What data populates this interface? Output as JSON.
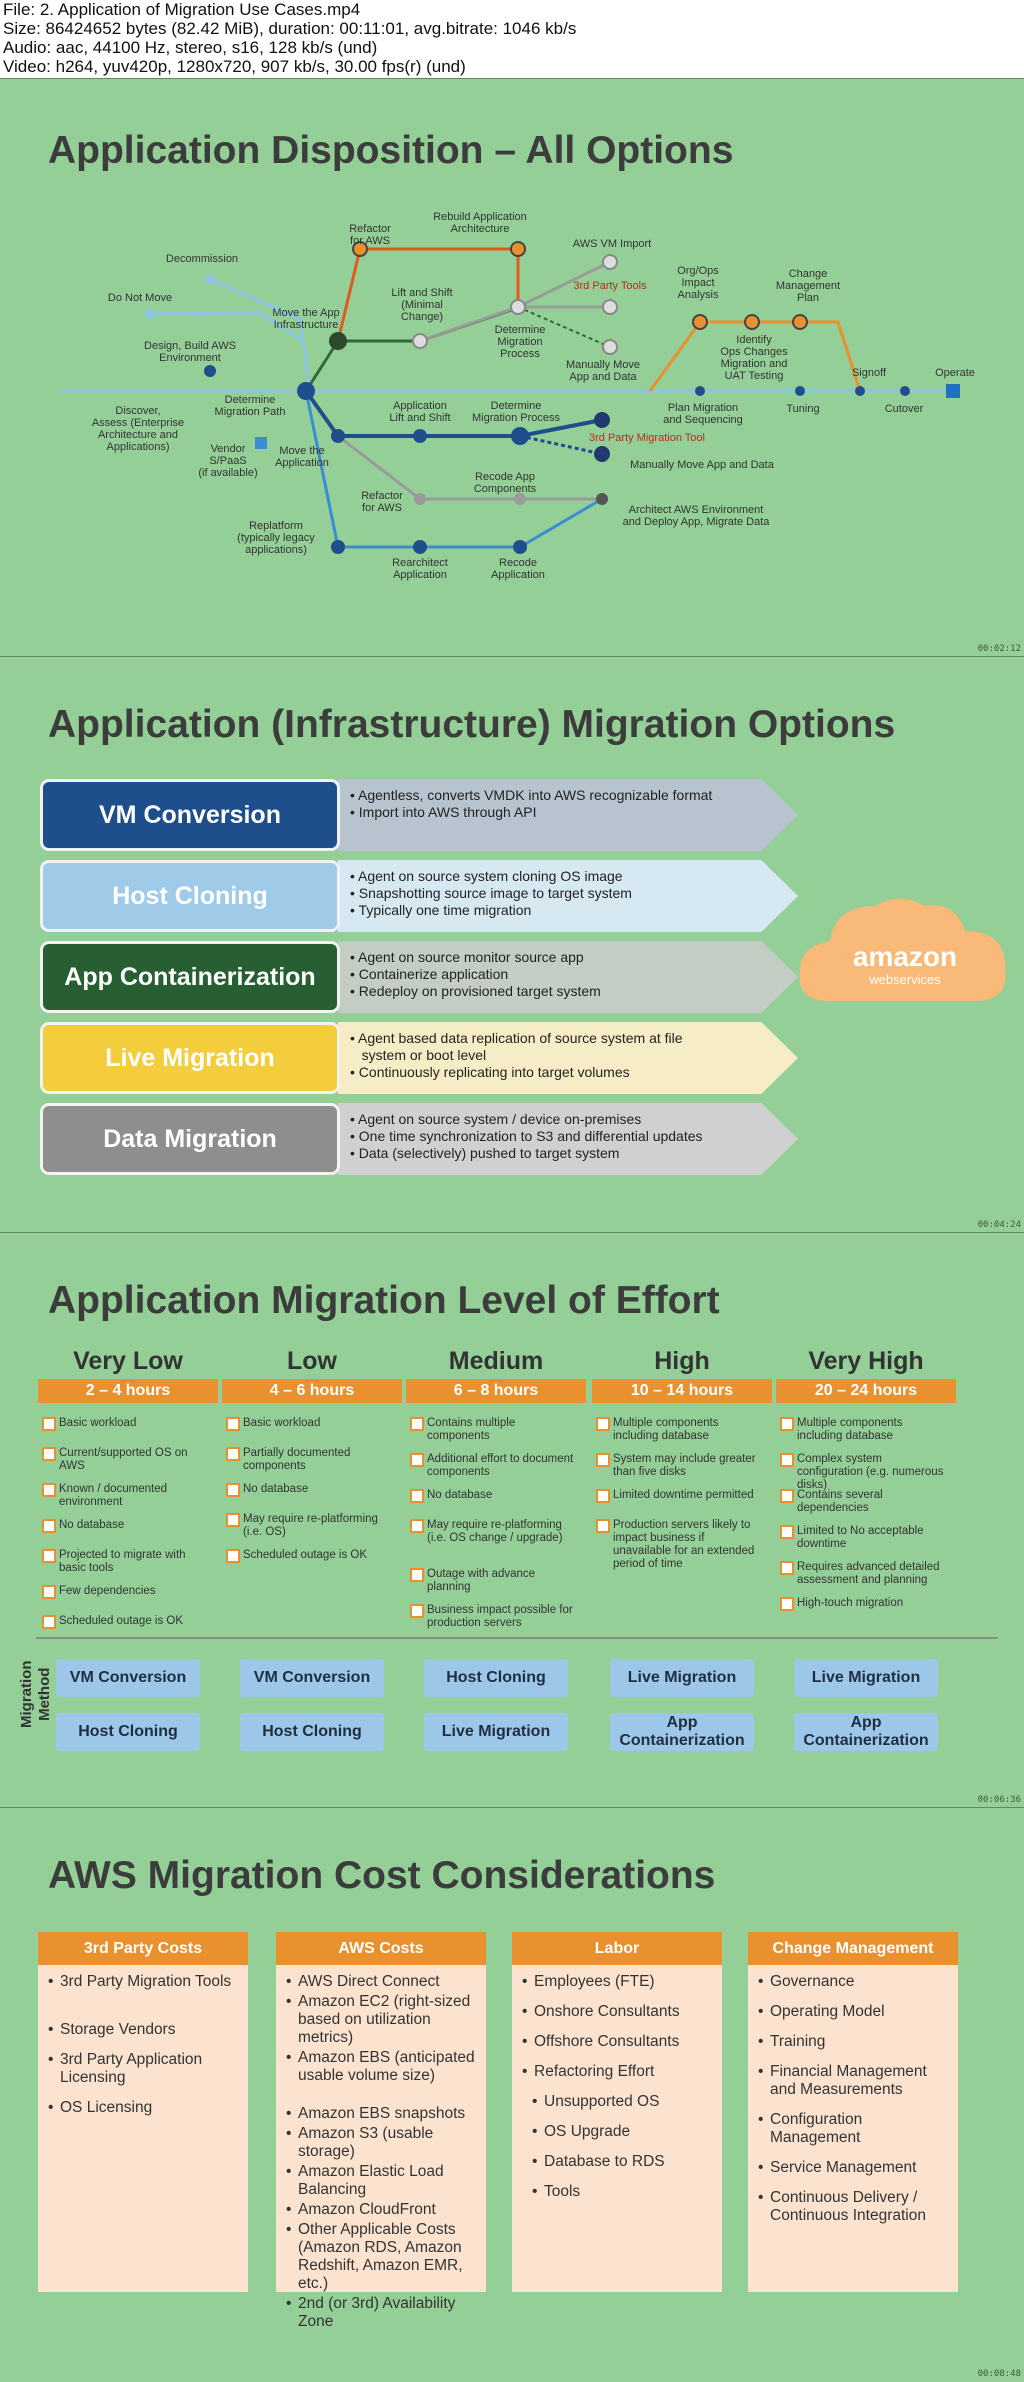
{
  "file_info": {
    "line1": "File: 2. Application of Migration Use Cases.mp4",
    "line2": "Size: 86424652 bytes (82.42 MiB), duration: 00:11:01, avg.bitrate: 1046 kb/s",
    "line3": "Audio: aac, 44100 Hz, stereo, s16, 128 kb/s (und)",
    "line4": "Video: h264, yuv420p, 1280x720, 907 kb/s, 30.00 fps(r) (und)"
  },
  "timestamps": [
    "00:02:12",
    "00:04:24",
    "00:06:36",
    "00:08:48"
  ],
  "colors": {
    "slide_bg": "#93cf97",
    "orange": "#e9902f",
    "navy": "#1f4e8c"
  },
  "slide1": {
    "title": "Application Disposition – All Options",
    "labels": {
      "decommission": "Decommission",
      "do_not_move": "Do Not Move",
      "design_build": "Design, Build AWS\nEnvironment",
      "discover": "Discover,\nAssess (Enterprise\nArchitecture and\nApplications)",
      "determine_path": "Determine\nMigration Path",
      "vendor": "Vendor\nS/PaaS\n(if available)",
      "move_infra": "Move the App\nInfrastructure",
      "move_app": "Move the\nApplication",
      "refactor_top": "Refactor\nfor AWS",
      "rebuild": "Rebuild Application\nArchitecture",
      "lift_shift_top": "Lift and Shift\n(Minimal\nChange)",
      "determine_process_top": "Determine\nMigration\nProcess",
      "aws_vm_import": "AWS VM Import",
      "third_party_tools_top": "3rd Party Tools",
      "manual_move_top": "Manually Move\nApp and Data",
      "app_lift_shift": "Application\nLift and Shift",
      "determine_process_mid": "Determine\nMigration Process",
      "third_party_migration_tool": "3rd Party Migration Tool",
      "manual_move_mid": "Manually Move App and Data",
      "refactor_bottom": "Refactor\nfor AWS",
      "recode_components": "Recode App\nComponents",
      "architect_env": "Architect AWS Environment\nand Deploy App, Migrate Data",
      "replatform": "Replatform\n(typically legacy\napplications)",
      "rearchitect": "Rearchitect\nApplication",
      "recode_app": "Recode\nApplication",
      "org_ops": "Org/Ops\nImpact\nAnalysis",
      "identify_ops": "Identify\nOps Changes\nMigration and\nUAT Testing",
      "change_mgmt_plan": "Change\nManagement\nPlan",
      "plan_migration": "Plan Migration\nand Sequencing",
      "tuning": "Tuning",
      "signoff": "Signoff",
      "cutover": "Cutover",
      "operate": "Operate"
    }
  },
  "slide2": {
    "title": "Application (Infrastructure) Migration Options",
    "options": [
      {
        "label": "VM Conversion",
        "color": "#1f4e8c",
        "arrow": "#b8c3d0",
        "bullets": [
          "Agentless, converts VMDK into AWS recognizable format",
          "Import into AWS through API"
        ]
      },
      {
        "label": "Host Cloning",
        "color": "#9fcbe8",
        "arrow": "#d6e8f2",
        "bullets": [
          "Agent on source system cloning OS image",
          "Snapshotting source image to target system",
          "Typically one time migration"
        ]
      },
      {
        "label": "App Containerization",
        "color": "#285f32",
        "arrow": "#c3cdc4",
        "bullets": [
          "Agent on source monitor source app",
          "Containerize application",
          "Redeploy on provisioned target system"
        ]
      },
      {
        "label": "Live Migration",
        "color": "#f3cd3c",
        "arrow": "#f6edc6",
        "bullets": [
          "Agent based data replication of source system at file",
          "system or boot level",
          "Continuously replicating into target volumes"
        ]
      },
      {
        "label": "Data Migration",
        "color": "#8e8e8e",
        "arrow": "#cfd0d0",
        "bullets": [
          "Agent on source system / device on-premises",
          "One time synchronization to S3 and differential updates",
          "Data (selectively) pushed to target system"
        ]
      }
    ],
    "logo_main": "amazon",
    "logo_sub": "webservices"
  },
  "slide3": {
    "title": "Application Migration Level of Effort",
    "method_label": "Migration\nMethod",
    "levels": [
      {
        "name": "Very Low",
        "hours": "2 – 4 hours",
        "items": [
          "Basic workload",
          "Current/supported OS on AWS",
          "Known / documented environment",
          "No database",
          "Projected to migrate with basic tools",
          "Few dependencies",
          "Scheduled outage is OK"
        ],
        "methods": [
          "VM Conversion",
          "Host Cloning"
        ]
      },
      {
        "name": "Low",
        "hours": "4 – 6 hours",
        "items": [
          "Basic workload",
          "Partially documented components",
          "No database",
          "May require re-platforming (i.e. OS)",
          "Scheduled outage is OK"
        ],
        "methods": [
          "VM Conversion",
          "Host Cloning"
        ]
      },
      {
        "name": "Medium",
        "hours": "6 – 8 hours",
        "items": [
          "Contains multiple components",
          "Additional effort to document components",
          "No database",
          "May require re-platforming (i.e. OS change / upgrade)",
          "Outage with advance planning",
          "Business impact possible for production servers"
        ],
        "methods": [
          "Host Cloning",
          "Live Migration"
        ]
      },
      {
        "name": "High",
        "hours": "10 – 14 hours",
        "items": [
          "Multiple components including database",
          "System may include greater than five disks",
          "Limited downtime permitted",
          "Production servers likely to impact business if unavailable for an extended period of time"
        ],
        "methods": [
          "Live Migration",
          "App Containerization"
        ]
      },
      {
        "name": "Very High",
        "hours": "20 – 24 hours",
        "items": [
          "Multiple components including database",
          "Complex system configuration (e.g. numerous disks)",
          "Contains several dependencies",
          "Limited to No acceptable downtime",
          "Requires advanced detailed assessment and planning",
          "High-touch migration"
        ],
        "methods": [
          "Live Migration",
          "App Containerization"
        ]
      }
    ]
  },
  "slide4": {
    "title": "AWS Migration Cost Considerations",
    "columns": [
      {
        "head": "3rd Party Costs",
        "items": [
          "3rd Party Migration Tools",
          "Storage Vendors",
          "3rd Party Application Licensing",
          "OS Licensing"
        ]
      },
      {
        "head": "AWS Costs",
        "items": [
          "AWS Direct Connect",
          "Amazon EC2 (right-sized based on utilization metrics)",
          "Amazon EBS (anticipated usable volume size)",
          "Amazon EBS snapshots",
          "Amazon S3 (usable storage)",
          "Amazon Elastic Load Balancing",
          "Amazon CloudFront",
          "Other Applicable Costs (Amazon RDS, Amazon Redshift, Amazon EMR, etc.)",
          "2nd (or 3rd) Availability Zone"
        ]
      },
      {
        "head": "Labor",
        "items": [
          "Employees (FTE)",
          "Onshore Consultants",
          "Offshore Consultants",
          "Refactoring Effort",
          "Unsupported OS",
          "OS Upgrade",
          "Database to RDS",
          "Tools"
        ]
      },
      {
        "head": "Change Management",
        "items": [
          "Governance",
          "Operating Model",
          "Training",
          "Financial Management and Measurements",
          "Configuration Management",
          "Service Management",
          "Continuous Delivery / Continuous Integration"
        ]
      }
    ]
  }
}
